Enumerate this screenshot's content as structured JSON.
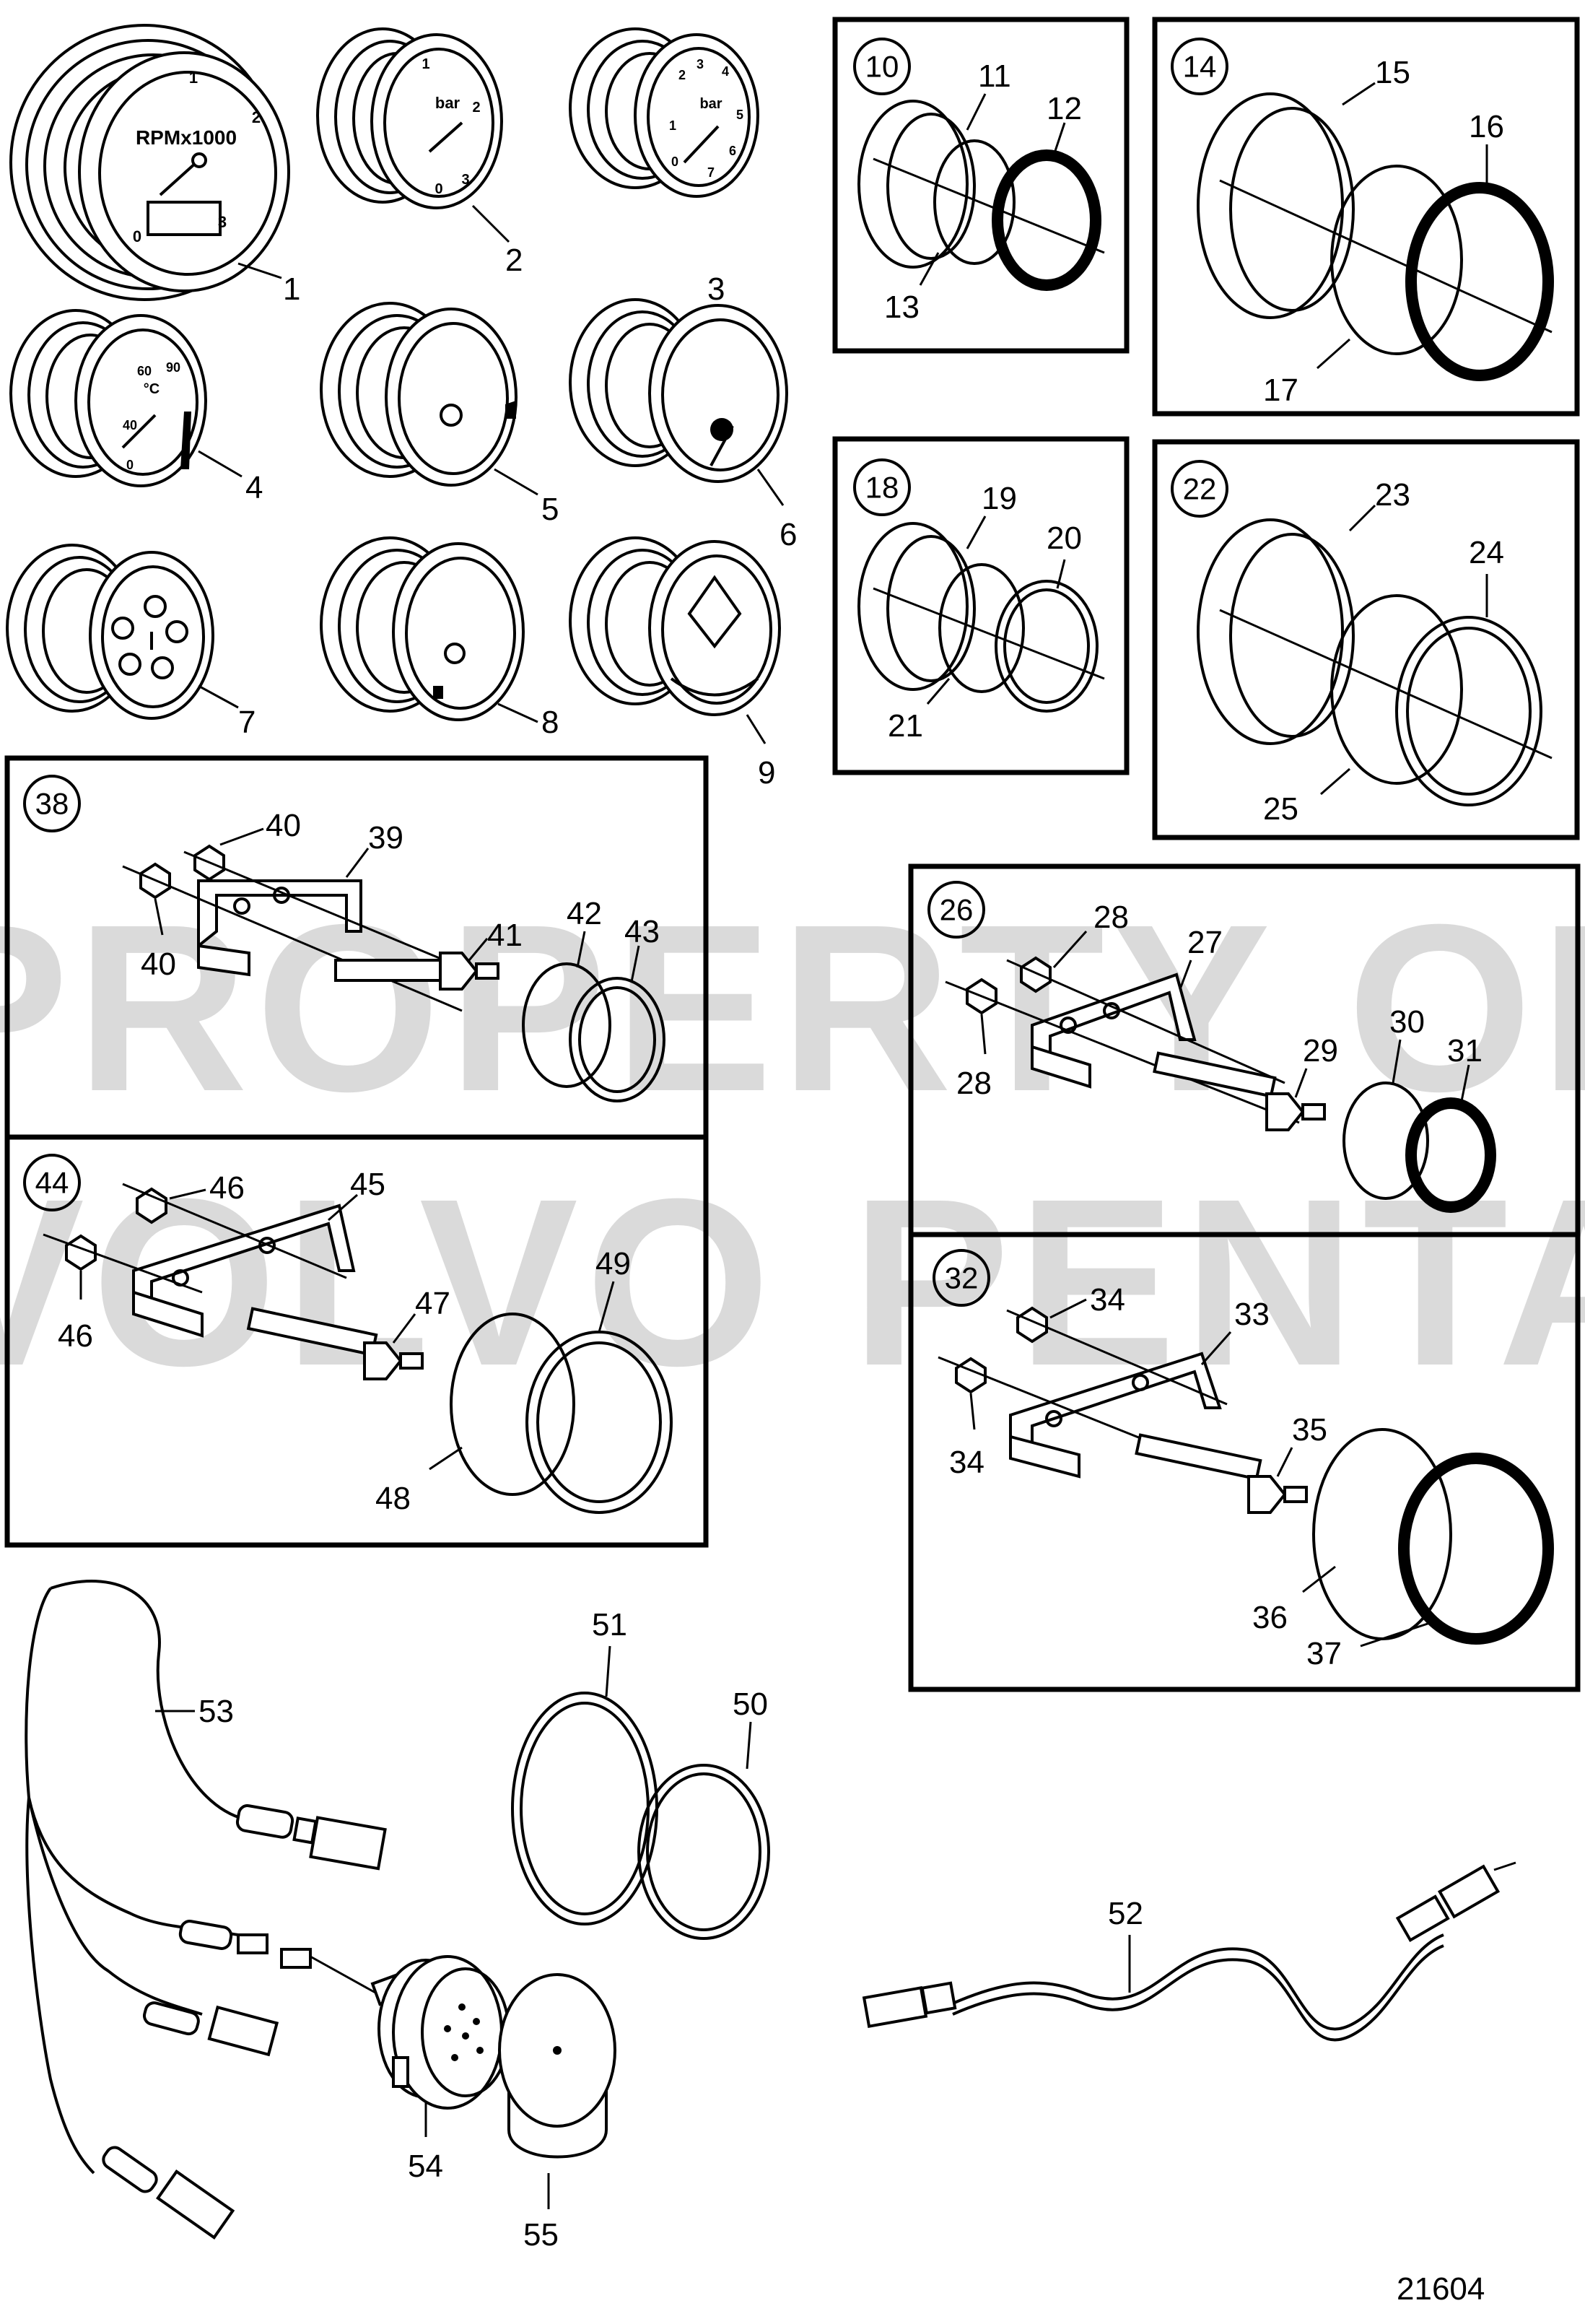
{
  "watermark": {
    "line1": "PROPERTY OF",
    "line2": "VOLVO PENTA"
  },
  "drawing_number": "21604",
  "gauge_text": {
    "rpm": "RPMx1000",
    "bar": "bar",
    "celsius": "°C",
    "tach_ticks": [
      "0",
      "1",
      "2",
      "3"
    ],
    "pressure2_ticks": [
      "0",
      "1",
      "2",
      "3"
    ],
    "pressure3_ticks": [
      "0",
      "1",
      "2",
      "3",
      "4",
      "5",
      "6",
      "7"
    ],
    "temp_ticks": [
      "0",
      "40",
      "60",
      "90"
    ]
  },
  "callouts": {
    "g1": "1",
    "g2": "2",
    "g3": "3",
    "g4": "4",
    "g5": "5",
    "g6": "6",
    "g7": "7",
    "g8": "8",
    "g9": "9",
    "b10": "10",
    "n11": "11",
    "n12": "12",
    "n13": "13",
    "b14": "14",
    "n15": "15",
    "n16": "16",
    "n17": "17",
    "b18": "18",
    "n19": "19",
    "n20": "20",
    "n21": "21",
    "b22": "22",
    "n23": "23",
    "n24": "24",
    "n25": "25",
    "b26": "26",
    "n27": "27",
    "n28a": "28",
    "n28b": "28",
    "n29": "29",
    "n30": "30",
    "n31": "31",
    "b32": "32",
    "n33": "33",
    "n34a": "34",
    "n34b": "34",
    "n35": "35",
    "n36": "36",
    "n37": "37",
    "b38": "38",
    "n39": "39",
    "n40a": "40",
    "n40b": "40",
    "n41": "41",
    "n42": "42",
    "n43": "43",
    "b44": "44",
    "n45": "45",
    "n46a": "46",
    "n46b": "46",
    "n47": "47",
    "n48": "48",
    "n49": "49",
    "n50": "50",
    "n51": "51",
    "n52": "52",
    "n53": "53",
    "n54": "54",
    "n55": "55"
  }
}
